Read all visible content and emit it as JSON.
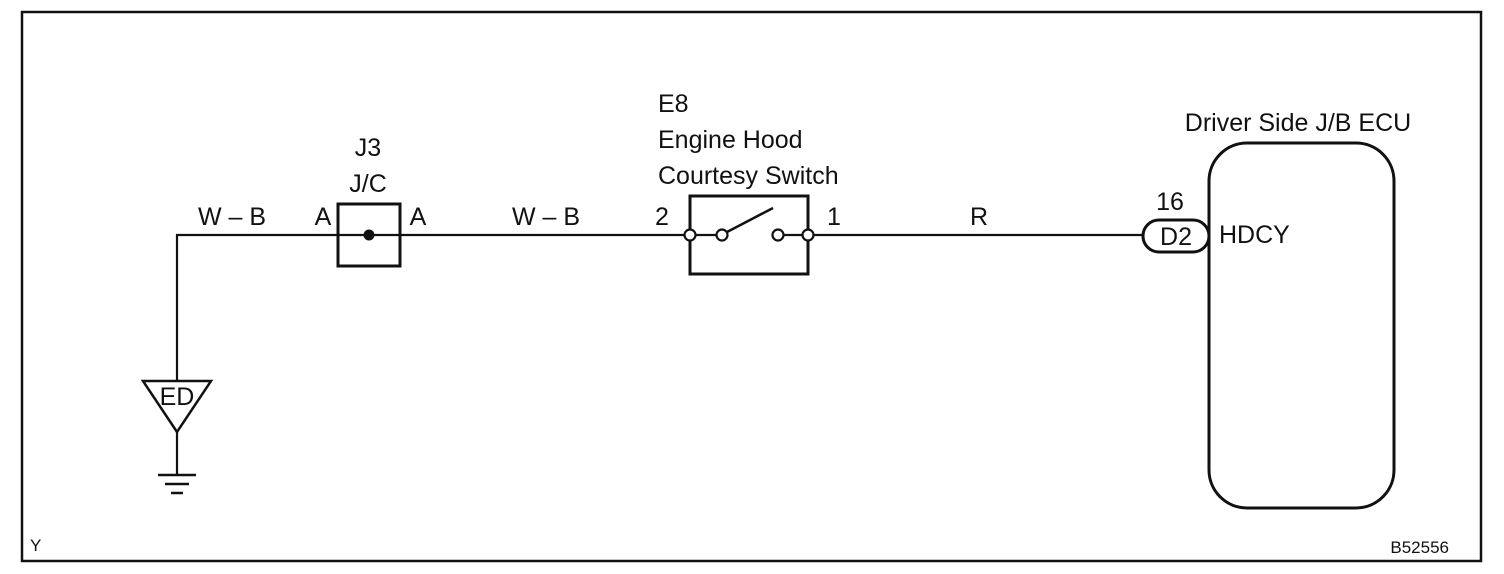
{
  "corner_label": "Y",
  "figure_code": "B52556",
  "ground": {
    "code": "ED"
  },
  "junction": {
    "id": "J3",
    "name": "J/C",
    "pin_left": "A",
    "pin_right": "A"
  },
  "switch": {
    "id": "E8",
    "name_line1": "Engine Hood",
    "name_line2": "Courtesy Switch",
    "pin_left": "2",
    "pin_right": "1"
  },
  "ecu": {
    "name": "Driver Side J/B ECU",
    "connector": "D2",
    "pin": "16",
    "terminal": "HDCY"
  },
  "wires": {
    "ground_to_junction": "W – B",
    "junction_to_switch": "W – B",
    "switch_to_ecu": "R"
  }
}
